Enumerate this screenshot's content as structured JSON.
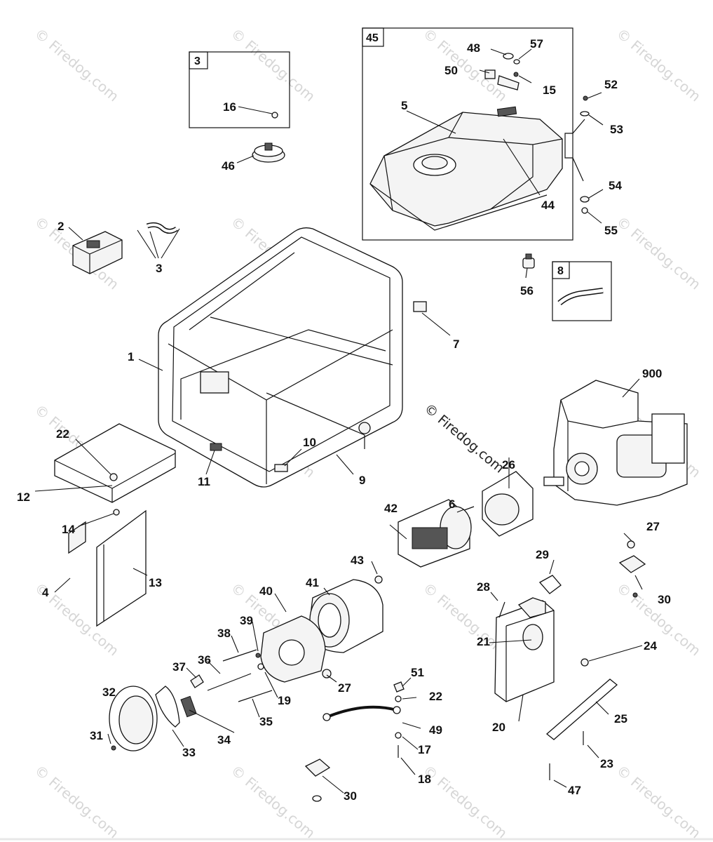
{
  "watermark": {
    "text": "© Firedog.com",
    "center_text": "© Firedog.com"
  },
  "callout_boxes": [
    {
      "id": "box-3",
      "label": "3"
    },
    {
      "id": "box-45",
      "label": "45"
    },
    {
      "id": "box-8",
      "label": "8"
    }
  ],
  "labels": {
    "l1": "1",
    "l2": "2",
    "l3a": "3",
    "l4": "4",
    "l5": "5",
    "l6": "6",
    "l7": "7",
    "l9": "9",
    "l10": "10",
    "l11": "11",
    "l12": "12",
    "l13": "13",
    "l14": "14",
    "l15": "15",
    "l16": "16",
    "l17": "17",
    "l18": "18",
    "l19": "19",
    "l20": "20",
    "l21": "21",
    "l22a": "22",
    "l22b": "22",
    "l23": "23",
    "l24": "24",
    "l25": "25",
    "l26": "26",
    "l27a": "27",
    "l27b": "27",
    "l28": "28",
    "l29": "29",
    "l30a": "30",
    "l30b": "30",
    "l31": "31",
    "l32": "32",
    "l33": "33",
    "l34": "34",
    "l35": "35",
    "l36": "36",
    "l37": "37",
    "l38": "38",
    "l39": "39",
    "l40": "40",
    "l41": "41",
    "l42": "42",
    "l43": "43",
    "l44": "44",
    "l46": "46",
    "l47": "47",
    "l48": "48",
    "l49": "49",
    "l50": "50",
    "l51": "51",
    "l52": "52",
    "l53": "53",
    "l54": "54",
    "l55": "55",
    "l56": "56",
    "l57": "57",
    "l900": "900"
  }
}
